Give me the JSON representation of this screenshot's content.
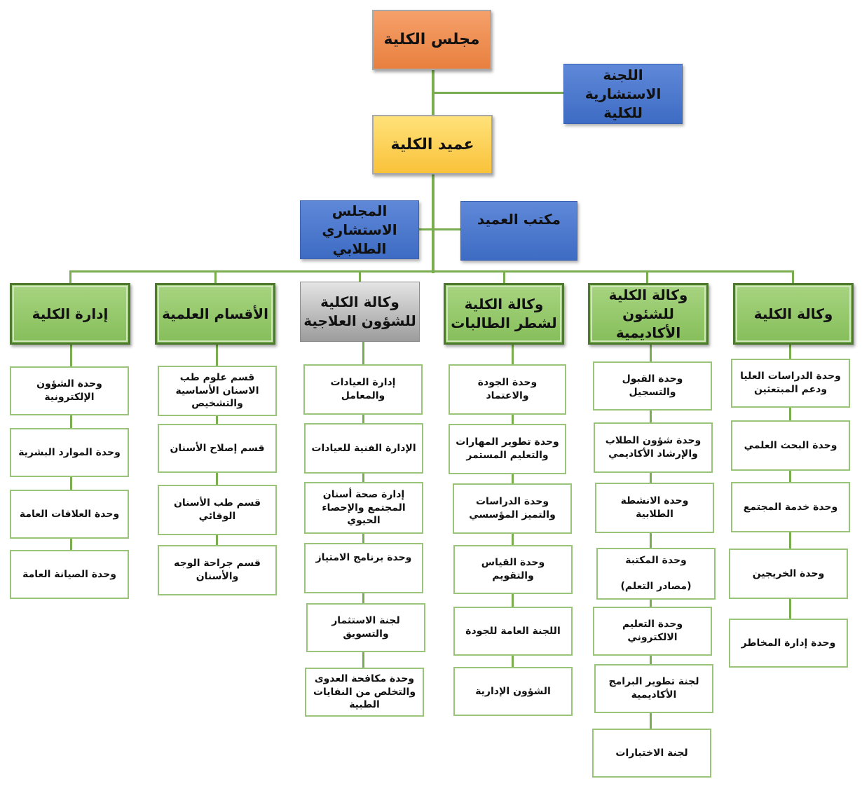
{
  "council": "مجلس الكلية",
  "advisory_committee": "اللجنة الاستشارية للكلية",
  "dean": "عميد الكلية",
  "student_council": "المجلس الاستشاري الطلابي",
  "dean_office": "مكتب العميد",
  "columns": [
    {
      "head": "وكالة الكلية",
      "items": [
        "وحدة الدراسات العليا ودعم المبتعثين",
        "وحدة البحث العلمي",
        "وحدة خدمة المجتمع",
        "وحدة الخريجين",
        "وحدة إدارة المخاطر"
      ]
    },
    {
      "head": "وكالة الكلية للشئون الأكاديمية",
      "items": [
        "وحدة القبول والتسجيل",
        "وحدة شؤون الطلاب والإرشاد الأكاديمي",
        "وحدة الانشطة الطلابية",
        "وحدة المكتبة\n\n(مصادر التعلم)",
        "وحدة التعليم الالكتروني",
        "لجنة تطوير البرامج الأكاديمية",
        "لجنة الاختبارات"
      ]
    },
    {
      "head": "وكالة الكلية لشطر الطالبات",
      "items": [
        "وحدة الجودة والاعتماد",
        "وحدة تطوير المهارات والتعليم المستمر",
        "وحدة الدراسات والتميز المؤسسي",
        "وحدة القياس والتقويم",
        "اللجنة العامة للجودة",
        "الشؤون الإدارية"
      ]
    },
    {
      "head": "وكالة الكلية للشؤون العلاجية",
      "items": [
        "إدارة العيادات والمعامل",
        "الإدارة الفنية للعيادات",
        "إدارة صحة أسنان المجتمع والإحصاء الحيوي",
        "وحدة برنامج الامتياز",
        "لجنة الاستثمار والتسويق",
        "وحدة مكافحة العدوى والتخلص من النفايات الطبية"
      ]
    },
    {
      "head": "الأقسام العلمية",
      "items": [
        "قسم علوم طب الاسنان الأساسية والتشخيص",
        "قسم إصلاح الأسنان",
        "قسم طب الأسنان الوقائي",
        "قسم جراحة الوجه والأسنان"
      ]
    },
    {
      "head": "إدارة الكلية",
      "items": [
        "وحدة الشؤون الإلكترونية",
        "وحدة الموارد البشرية",
        "وحدة العلاقات العامة",
        "وحدة الصيانة العامة"
      ]
    }
  ]
}
